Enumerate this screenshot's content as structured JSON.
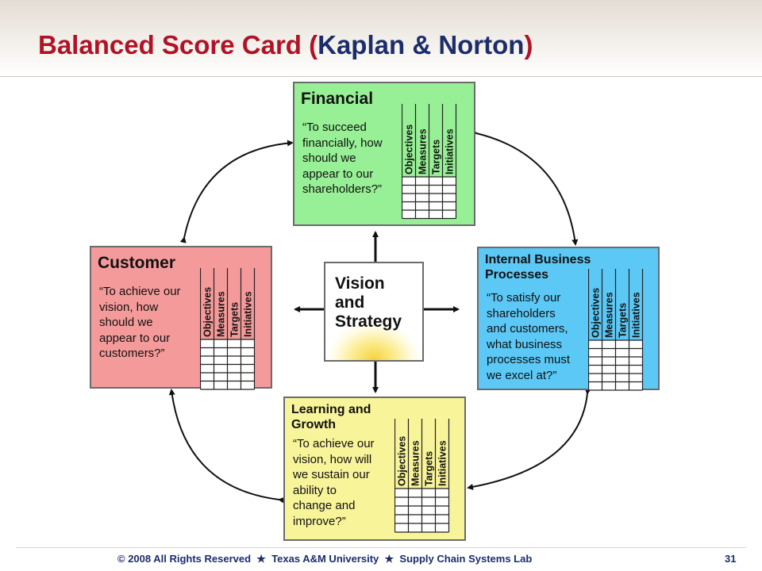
{
  "slide": {
    "title_main": "Balanced Score Card (",
    "title_sub": "Kaplan & Norton",
    "title_close": ")",
    "page_number": "31"
  },
  "diagram": {
    "center": {
      "lines": [
        "Vision",
        "and",
        "Strategy"
      ]
    },
    "grid_headers": [
      "Objectives",
      "Measures",
      "Targets",
      "Initiatives"
    ],
    "boxes": {
      "financial": {
        "title": [
          "Financial"
        ],
        "question": [
          "“To succeed",
          "financially, how",
          "should we",
          "appear to our",
          "shareholders?”"
        ],
        "color": "#97f095"
      },
      "customer": {
        "title": [
          "Customer"
        ],
        "question": [
          "“To achieve our",
          "vision, how",
          "should we",
          "appear to our",
          "customers?”"
        ],
        "color": "#f59a9a"
      },
      "internal": {
        "title": [
          "Internal Business",
          "Processes"
        ],
        "question": [
          "“To satisfy our",
          "shareholders",
          "and customers,",
          "what business",
          "processes must",
          "we excel at?”"
        ],
        "color": "#5cc8f5"
      },
      "learning": {
        "title": [
          "Learning and",
          "Growth"
        ],
        "question": [
          "“To achieve our",
          "vision, how will",
          "we sustain our",
          "ability to",
          "change and",
          "improve?”"
        ],
        "color": "#f8f49a"
      }
    }
  },
  "footer": {
    "copyright": "© 2008 All Rights Reserved",
    "university": "Texas A&M University",
    "lab": "Supply Chain Systems Lab",
    "separator": "★"
  }
}
